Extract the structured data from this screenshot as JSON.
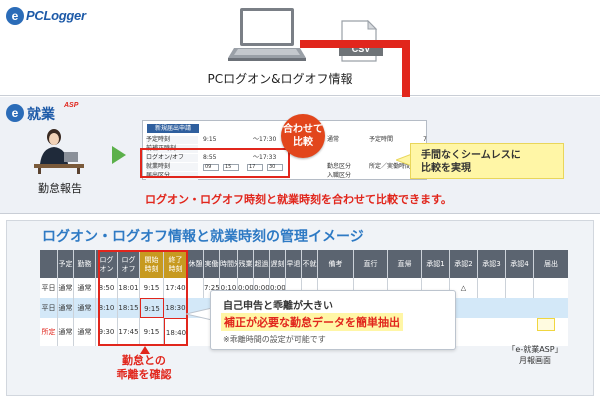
{
  "top": {
    "logo_letter": "e",
    "logo_text": "PCLogger",
    "csv_label": "CSV",
    "caption": "PCログオン&ログオフ情報"
  },
  "middle": {
    "logo_letter": "e",
    "logo_text": "就業",
    "logo_sup": "ASP",
    "worker_caption": "勤怠報告",
    "badge_line1": "合わせて",
    "badge_line2": "比較",
    "callout_line1": "手間なくシームレスに",
    "callout_line2": "比較を実現",
    "compare_text": "ログオン・ログオフ時刻と就業時刻を合わせて比較できます。",
    "form": {
      "header": "新規届出申請",
      "rows": [
        {
          "label": "予定時刻",
          "v1": "9:15",
          "v2": "～17:30",
          "v3": "通常",
          "v4": "予定時間",
          "v5": "7"
        },
        {
          "label": "前補正時刻",
          "v1": "",
          "v2": "",
          "v3": "",
          "v4": "",
          "v5": ""
        },
        {
          "label": "ログオン/オフ",
          "v1": "8:55",
          "v2": "～17:33",
          "v3": "",
          "v4": "",
          "v5": ""
        },
        {
          "label": "就業時刻",
          "v1": "09",
          "v2": "15",
          "v3": "勤怠区分",
          "v4": "所定／実働時間",
          "v5": "7"
        },
        {
          "label": "届出区分",
          "v1": "",
          "v2": "",
          "v3": "入職区分",
          "v4": "",
          "v5": ""
        }
      ],
      "selects": [
        "09",
        "15",
        "17",
        "30",
        "通常"
      ]
    }
  },
  "bottom": {
    "title": "ログオン・ログオフ情報と就業時刻の管理イメージ",
    "headers": [
      "",
      "予定",
      "勤務",
      "ログオン",
      "ログオフ",
      "開始時刻",
      "終了時刻",
      "休憩",
      "実働",
      "時間外",
      "残業",
      "超過",
      "遅刻",
      "早退",
      "不就",
      "備考",
      "直行",
      "直帰",
      "承認1",
      "承認2",
      "承認3",
      "承認4",
      "届出"
    ],
    "header_short": {
      "logon": "ログ\nオン",
      "logoff": "ログ\nオフ",
      "start": "開始\n時刻",
      "end": "終了\n時刻"
    },
    "rows": [
      {
        "day": "平日",
        "plan": "通常",
        "work": "通常",
        "logon": "8:50",
        "logoff": "18:01",
        "start": "9:15",
        "end": "17:40"
      },
      {
        "day": "平日",
        "plan": "通常",
        "work": "通常",
        "logon": "8:10",
        "logoff": "18:15",
        "start": "9:15",
        "end": "18:30"
      },
      {
        "day": "所定",
        "plan": "通常",
        "work": "通常",
        "logon": "9:30",
        "logoff": "17:45",
        "start": "9:15",
        "end": "18:40"
      }
    ],
    "row1_extra": [
      "7:25",
      "0:10",
      "0:00",
      "0:00",
      "0:00"
    ],
    "callout_line1": "自己申告と乖離が大きい",
    "callout_line2": "補正が必要な勤怠データを簡単抽出",
    "callout_line3": "※乖離時間の設定が可能です",
    "kakunin_line1": "勤怠との",
    "kakunin_line2": "乖離を確認",
    "monthly_line1": "「e-就業ASP」",
    "monthly_line2": "月報画面",
    "triangle_mark": "△"
  }
}
